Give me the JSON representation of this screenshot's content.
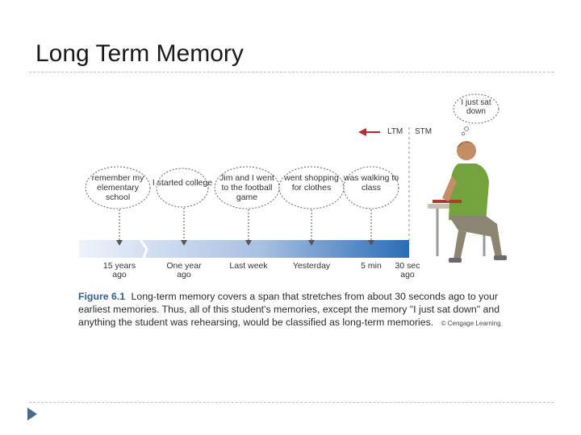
{
  "slide": {
    "title": "Long Term Memory"
  },
  "figure": {
    "memory_labels": {
      "ltm": "LTM",
      "stm": "STM"
    },
    "student_thought": "I just sat down",
    "memories": [
      {
        "text": "remember my elementary school",
        "time": "15 years ago"
      },
      {
        "text": "I started college",
        "time": "One year ago"
      },
      {
        "text": "Jim and I went to the football game",
        "time": "Last week"
      },
      {
        "text": "went shopping for clothes",
        "time": "Yesterday"
      },
      {
        "text": "was walking to class",
        "time": "5 min"
      }
    ],
    "last_tick": "30 sec ago",
    "caption": {
      "label": "Figure 6.1",
      "text": "Long-term memory covers a span that stretches from about 30 seconds ago to your earliest memories. Thus, all of this student's memories, except the memory \"I just sat down\" and anything the student was rehearsing, would be classified as long-term memories.",
      "credit": "© Cengage Learning"
    },
    "colors": {
      "arrow_red": "#c0282d",
      "bar_dark": "#2a6db6",
      "bar_light": "#dbe6f4"
    }
  }
}
